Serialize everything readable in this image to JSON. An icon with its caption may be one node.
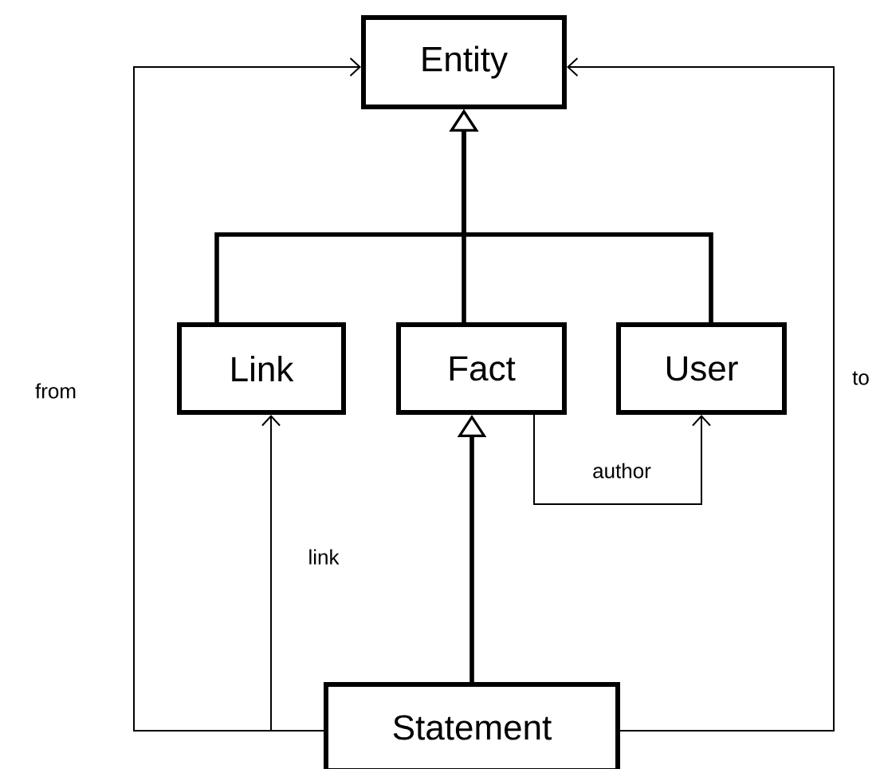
{
  "diagram": {
    "nodes": [
      {
        "text": [
          "Entity"
        ]
      },
      {
        "text": [
          "Link"
        ]
      },
      {
        "text": [
          "Fact"
        ]
      },
      {
        "text": [
          "User"
        ]
      },
      {
        "text": [
          "Statement"
        ]
      }
    ],
    "edges": [
      {
        "from": 1,
        "to": 0,
        "arrow": "to",
        "style": "thick"
      },
      {
        "from": 2,
        "to": 0,
        "arrow": "to",
        "style": "thick"
      },
      {
        "from": 3,
        "to": 0,
        "arrow": "to",
        "style": "thick"
      },
      {
        "from": 4,
        "to": 2,
        "arrow": "to",
        "style": "thick"
      },
      {
        "from": 4,
        "to": 1,
        "arrow": "to",
        "label": "link"
      },
      {
        "from": 2,
        "to": 3,
        "arrow": "to",
        "label": "author"
      },
      {
        "from": 4,
        "to": 0,
        "arrow": "to",
        "label": "from"
      },
      {
        "from": 4,
        "to": 0,
        "arrow": "to",
        "label": "to"
      }
    ]
  }
}
